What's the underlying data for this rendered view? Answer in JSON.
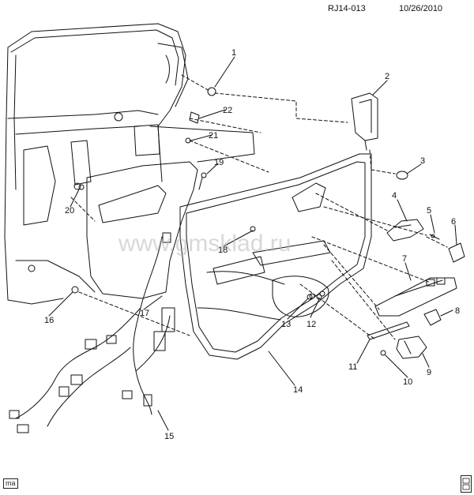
{
  "header": {
    "ref_code": "RJ14-013",
    "date": "10/26/2010"
  },
  "watermark": "www.gmsklad.ru",
  "callouts": [
    "1",
    "2",
    "3",
    "4",
    "5",
    "6",
    "7",
    "8",
    "9",
    "10",
    "11",
    "12",
    "13",
    "14",
    "15",
    "16",
    "17",
    "18",
    "19",
    "20",
    "21",
    "22"
  ],
  "footer": {
    "left_tag": "ma"
  },
  "colors": {
    "line": "#111111",
    "watermark": "#b9b9b9"
  }
}
